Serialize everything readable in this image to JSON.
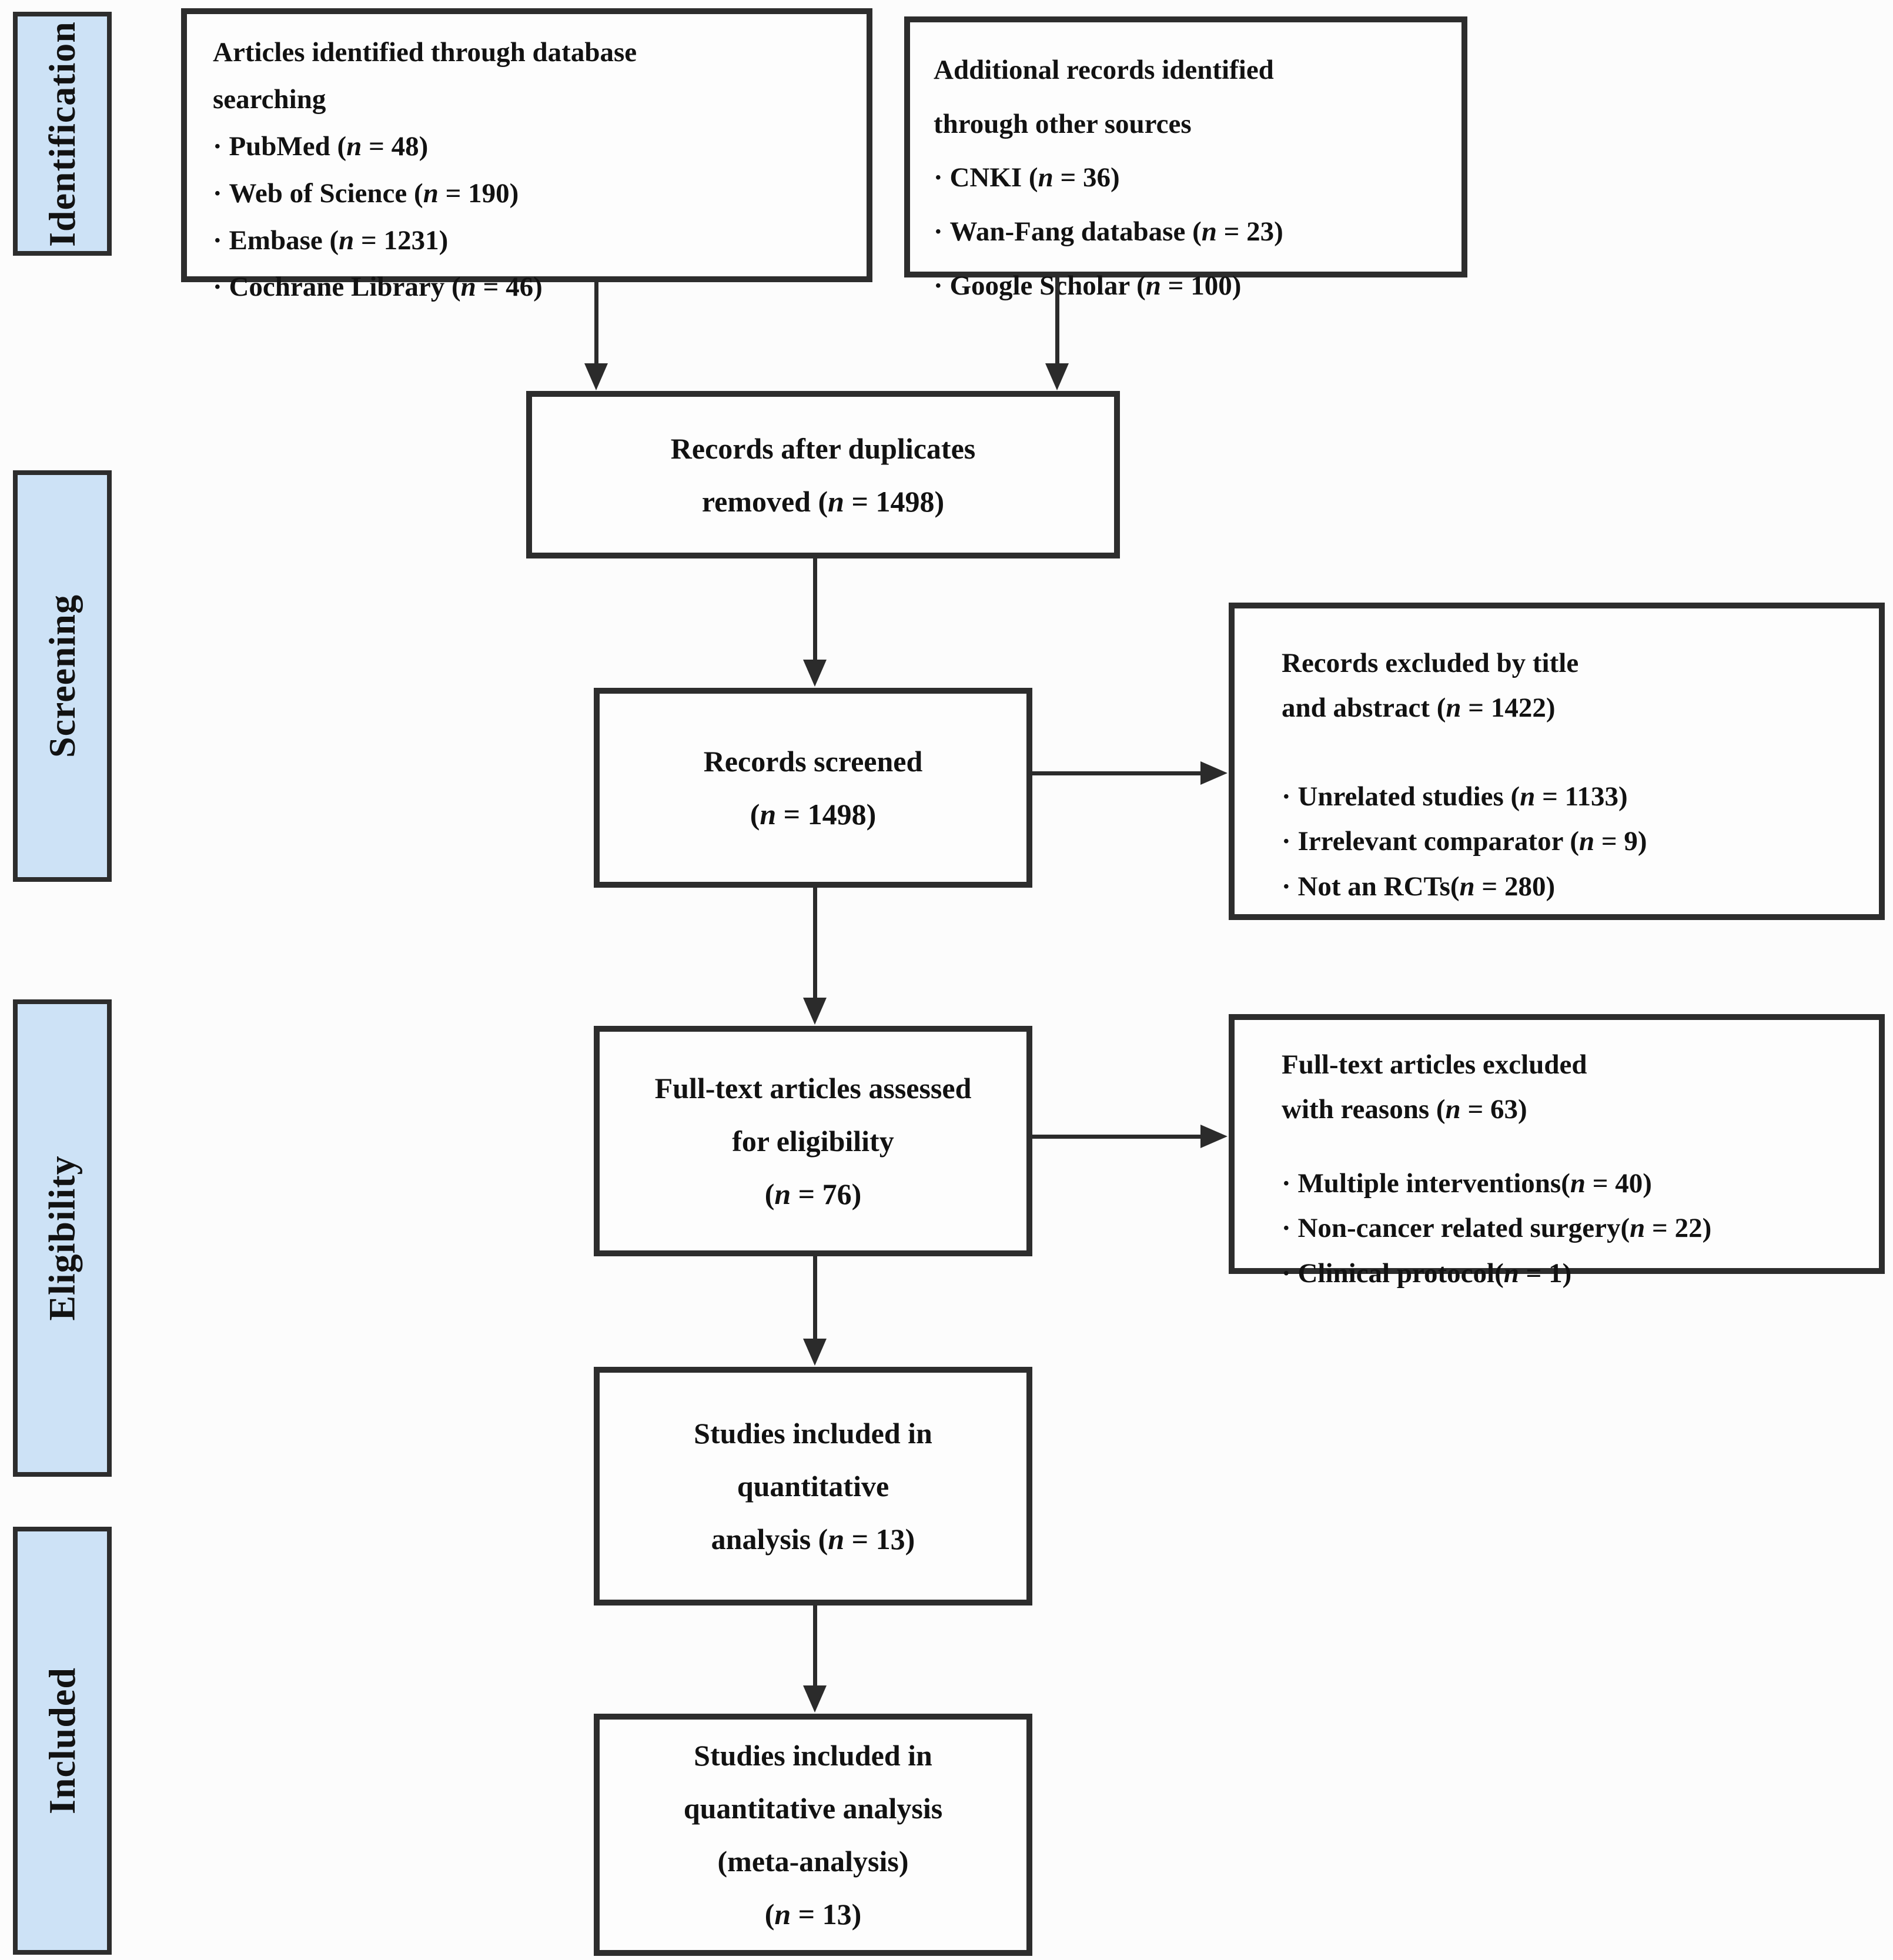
{
  "theme": {
    "page_bg": "#fcfcfc",
    "box_bg": "#fdfdfd",
    "box_border": "#2d2d2d",
    "stage_fill": "#cde2f6",
    "stage_border": "#2d2d2d",
    "line_color": "#2b2b2b",
    "text_color": "#121212"
  },
  "stages": [
    "Identification",
    "Screening",
    "Eligibility",
    "Included"
  ],
  "boxes": {
    "database_search": {
      "title_lines": [
        "Articles identified through database",
        "searching"
      ],
      "items": [
        "PubMed (n = 48)",
        "Web of Science (n = 190)",
        "Embase (n = 1231)",
        "Cochrane Library (n = 46)"
      ]
    },
    "other_sources": {
      "title_lines": [
        "Additional records identified",
        "through other sources"
      ],
      "items": [
        "CNKI (n = 36)",
        "Wan-Fang database (n = 23)",
        "Google Scholar (n = 100)"
      ]
    },
    "duplicates_removed": {
      "lines": [
        "Records after duplicates",
        "removed (n = 1498)"
      ]
    },
    "records_screened": {
      "lines": [
        "Records screened",
        "(n = 1498)"
      ]
    },
    "excluded_title_abstract": {
      "title_lines": [
        "Records excluded by title",
        "and abstract (n = 1422)"
      ],
      "items": [
        "Unrelated studies (n = 1133)",
        "Irrelevant comparator (n = 9)",
        "Not an RCTs(n = 280)"
      ]
    },
    "fulltext_assessed": {
      "lines": [
        "Full-text articles assessed",
        "for eligibility",
        "(n = 76)"
      ]
    },
    "fulltext_excluded": {
      "title_lines": [
        "Full-text articles excluded",
        "with reasons (n = 63)"
      ],
      "items": [
        "Multiple interventions(n = 40)",
        "Non-cancer related surgery(n = 22)",
        "Clinical protocol(n = 1)"
      ]
    },
    "quantitative_included": {
      "lines": [
        "Studies included in",
        "quantitative",
        "analysis (n = 13)"
      ]
    },
    "meta_included": {
      "lines": [
        "Studies included in",
        "quantitative analysis",
        "(meta-analysis)",
        "(n = 13)"
      ]
    }
  }
}
